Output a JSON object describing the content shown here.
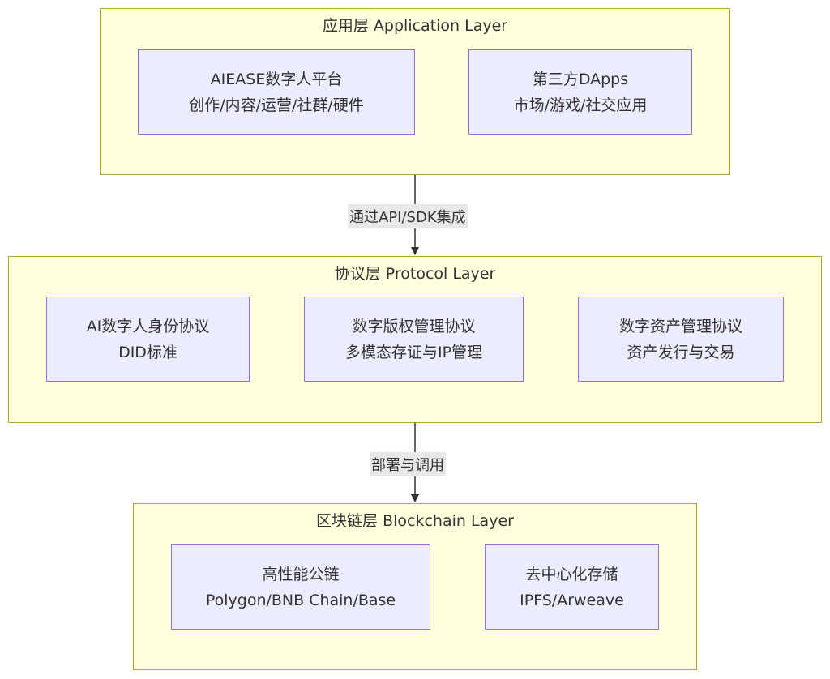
{
  "layers": {
    "application": {
      "title": "应用层 Application Layer",
      "nodes": [
        {
          "line1": "AIEASE数字人平台",
          "line2": "创作/内容/运营/社群/硬件"
        },
        {
          "line1": "第三方DApps",
          "line2": "市场/游戏/社交应用"
        }
      ]
    },
    "protocol": {
      "title": "协议层 Protocol Layer",
      "nodes": [
        {
          "line1": "AI数字人身份协议",
          "line2": "DID标准"
        },
        {
          "line1": "数字版权管理协议",
          "line2": "多模态存证与IP管理"
        },
        {
          "line1": "数字资产管理协议",
          "line2": "资产发行与交易"
        }
      ]
    },
    "blockchain": {
      "title": "区块链层 Blockchain Layer",
      "nodes": [
        {
          "line1": "高性能公链",
          "line2": "Polygon/BNB Chain/Base"
        },
        {
          "line1": "去中心化存储",
          "line2": "IPFS/Arweave"
        }
      ]
    }
  },
  "edges": [
    {
      "label": "通过API/SDK集成"
    },
    {
      "label": "部署与调用"
    }
  ],
  "colors": {
    "layer_fill": "#ffffde",
    "layer_border": "#aaaa33",
    "node_fill": "#ececff",
    "node_border": "#9370db",
    "edge_label_bg": "#e8e8e8",
    "edge_line": "#333333"
  }
}
